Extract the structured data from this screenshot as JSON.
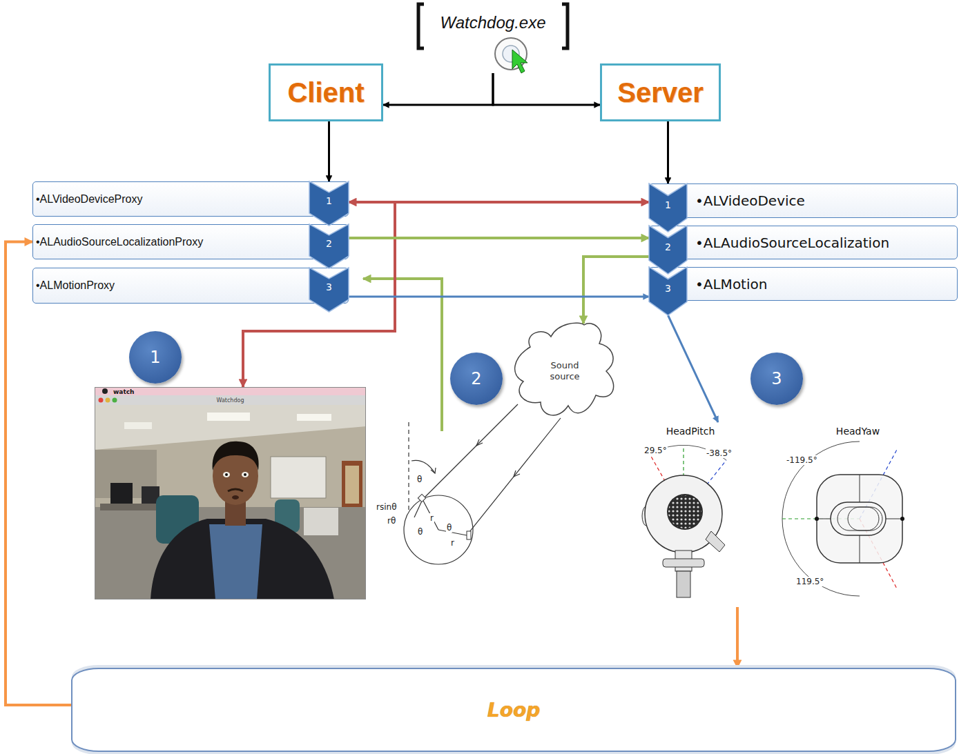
{
  "diagram": {
    "nodes": [
      {
        "text": [
          "Watchdog.exe"
        ]
      },
      {
        "text": [
          "Client"
        ]
      },
      {
        "text": [
          "Server"
        ]
      },
      {
        "text": [
          "•ALVideoDeviceProxy"
        ]
      },
      {
        "text": [
          "1"
        ],
        "in": 3
      },
      {
        "text": [
          "•ALAudioSourceLocalizationProxy"
        ]
      },
      {
        "text": [
          "2"
        ],
        "in": 5
      },
      {
        "text": [
          "•ALMotionProxy"
        ]
      },
      {
        "text": [
          "3"
        ],
        "in": 7
      },
      {
        "text": [
          "•ALVideoDevice"
        ]
      },
      {
        "text": [
          "1"
        ],
        "in": 9
      },
      {
        "text": [
          "•ALAudioSourceLocalization"
        ]
      },
      {
        "text": [
          "2"
        ],
        "in": 11
      },
      {
        "text": [
          "•ALMotion"
        ]
      },
      {
        "text": [
          "3"
        ],
        "in": 13
      },
      {
        "text": [
          "1"
        ]
      },
      {
        "text": [
          "watch",
          "Watchdog"
        ]
      },
      {
        "text": [
          "2"
        ]
      },
      {
        "text": [
          "Sound source"
        ]
      },
      {
        "text": [
          "3"
        ]
      },
      {
        "text": [
          "HeadPitch"
        ]
      },
      {
        "text": [
          "HeadYaw"
        ]
      },
      {
        "text": [
          "Loop"
        ]
      }
    ],
    "edges": [
      {
        "from": 0,
        "to": 1,
        "arrow": "to"
      },
      {
        "from": 0,
        "to": 2,
        "arrow": "to"
      },
      {
        "from": 1,
        "to": 4,
        "arrow": "to"
      },
      {
        "from": 2,
        "to": 10,
        "arrow": "to"
      },
      {
        "from": 4,
        "to": 10,
        "arrow": "both"
      },
      {
        "from": 4,
        "to": 16,
        "arrow": "to"
      },
      {
        "from": 6,
        "to": 12,
        "arrow": "to"
      },
      {
        "from": 12,
        "to": 18,
        "arrow": "to"
      },
      {
        "from": 8,
        "to": 14,
        "arrow": "to"
      },
      {
        "from": 14,
        "to": 20,
        "arrow": "to"
      },
      {
        "from": 20,
        "to": 22,
        "arrow": "to"
      },
      {
        "from": 22,
        "to": 5,
        "arrow": "to"
      }
    ],
    "labels": [
      "θ",
      "rsinθ",
      "rθ",
      "θ",
      "r",
      "θ",
      "r",
      "29.5°",
      "-38.5°",
      "-119.5°",
      "119.5°"
    ]
  }
}
